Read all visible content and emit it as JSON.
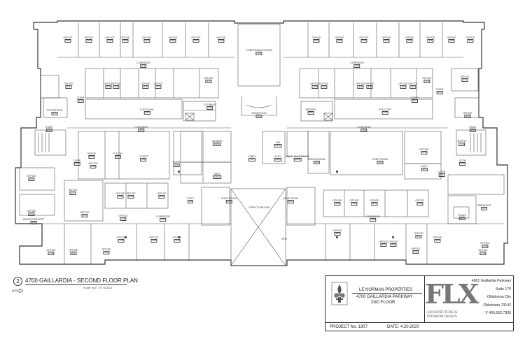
{
  "drawing": {
    "rooms": [
      {
        "name": "OFFICE",
        "num": "281"
      },
      {
        "name": "OFFICE",
        "num": "282"
      },
      {
        "name": "OFFICE",
        "num": "283"
      },
      {
        "name": "OFFICE",
        "num": "284"
      },
      {
        "name": "OFFICE",
        "num": "285"
      },
      {
        "name": "OFFICE",
        "num": "286"
      },
      {
        "name": "OFFICE",
        "num": "287"
      },
      {
        "name": "OFFICE",
        "num": "288"
      },
      {
        "name": "CONFERENCE ROOM",
        "num": "289"
      },
      {
        "name": "OFFICE",
        "num": "290"
      },
      {
        "name": "OFFICE",
        "num": "291"
      },
      {
        "name": "OFFICE",
        "num": "292"
      },
      {
        "name": "OFFICE",
        "num": "293"
      },
      {
        "name": "OFFICE",
        "num": "294"
      },
      {
        "name": "OFFICE",
        "num": "295"
      },
      {
        "name": "OFFICE",
        "num": "296"
      },
      {
        "name": "OFFICE",
        "num": "297"
      },
      {
        "name": "CORRIDOR",
        "num": "278"
      },
      {
        "name": "CORRIDOR",
        "num": "298"
      },
      {
        "name": "OFFICE",
        "num": "273"
      },
      {
        "name": "OFFICE",
        "num": "274"
      },
      {
        "name": "OFFICE",
        "num": "276"
      },
      {
        "name": "OFFICE",
        "num": "277"
      },
      {
        "name": "OFFICE",
        "num": "272"
      },
      {
        "name": "OFFICE",
        "num": "302"
      },
      {
        "name": "OFFICE",
        "num": "303"
      },
      {
        "name": "OFFICE",
        "num": "304"
      },
      {
        "name": "OFFICE",
        "num": "305"
      },
      {
        "name": "OFFICE",
        "num": "306"
      },
      {
        "name": "OFFICE",
        "num": "307"
      },
      {
        "name": "OFFICE",
        "num": "308"
      },
      {
        "name": "OFFICE",
        "num": "271"
      },
      {
        "name": "OFFICE",
        "num": "317"
      },
      {
        "name": "CORR",
        "num": "270"
      },
      {
        "name": "COPY",
        "num": "314"
      },
      {
        "name": "CORR",
        "num": "316"
      },
      {
        "name": "COPY/ MAIL",
        "num": "268"
      },
      {
        "name": "STORAGE",
        "num": "269"
      },
      {
        "name": "COFFEE BAR",
        "num": "310"
      },
      {
        "name": "RECEPTION",
        "num": "201"
      },
      {
        "name": "SERVER",
        "num": "308"
      },
      {
        "name": "FILE COPY",
        "num": "310"
      },
      {
        "name": "OFFICE",
        "num": "318"
      },
      {
        "name": "STAIR",
        "num": "206"
      },
      {
        "name": "STAIR",
        "num": "209"
      },
      {
        "name": "CORRIDOR",
        "num": "257"
      },
      {
        "name": "CORRIDOR",
        "num": "325"
      },
      {
        "name": "WOMEN",
        "num": "M201"
      },
      {
        "name": "MEN",
        "num": "M202"
      },
      {
        "name": "LOBBY",
        "num": "202"
      },
      {
        "name": "JAN",
        "num": "E209"
      },
      {
        "name": "ELEV",
        "num": "E204"
      },
      {
        "name": "EMER. ELECTRICAL",
        "num": "E205"
      },
      {
        "name": "BREAK ROOM",
        "num": "222"
      },
      {
        "name": "OFFICE",
        "num": "259"
      },
      {
        "name": "IT STOR",
        "num": "253"
      },
      {
        "name": "IT DEPT",
        "num": "255"
      },
      {
        "name": "CONF. ROOM",
        "num": "320"
      },
      {
        "name": "OFFICE",
        "num": "324"
      },
      {
        "name": "SUPPLY",
        "num": "319"
      },
      {
        "name": "STOR",
        "num": "329"
      },
      {
        "name": "OFFICE",
        "num": "261"
      },
      {
        "name": "OFFICE",
        "num": "258"
      },
      {
        "name": "CORR",
        "num": "262"
      },
      {
        "name": "CORR",
        "num": "251"
      },
      {
        "name": "COPY",
        "num": "323"
      },
      {
        "name": "CORR",
        "num": "326"
      },
      {
        "name": "OFFICE",
        "num": "247"
      },
      {
        "name": "OFFICE",
        "num": "248"
      },
      {
        "name": "OFFICE",
        "num": "249"
      },
      {
        "name": "OFFICE",
        "num": "250"
      },
      {
        "name": "OFFICE",
        "num": "239"
      },
      {
        "name": "OFFICE",
        "num": "245"
      },
      {
        "name": "OFFICE",
        "num": "244"
      },
      {
        "name": "WAITING/RECEPT",
        "num": "340"
      },
      {
        "name": "COPY",
        "num": "211"
      },
      {
        "name": "CONF ROOM",
        "num": "240"
      },
      {
        "name": "OPEN TO BELOW",
        "num": ""
      },
      {
        "name": "CONF ROOM",
        "num": "210"
      },
      {
        "name": "OFFICE",
        "num": "332"
      },
      {
        "name": "OFFICE",
        "num": "333"
      },
      {
        "name": "OFFICE",
        "num": "334"
      },
      {
        "name": "OFFICE",
        "num": "335"
      },
      {
        "name": "BREAKOUT",
        "num": "337"
      },
      {
        "name": "TOILET",
        "num": "338"
      },
      {
        "name": "OFFICE",
        "num": "339"
      },
      {
        "name": "CORRIDOR",
        "num": "241"
      },
      {
        "name": "CORRIDOR",
        "num": "331"
      },
      {
        "name": "OFFICE",
        "num": "236"
      },
      {
        "name": "OFFICE",
        "num": "237"
      },
      {
        "name": "OFFICE",
        "num": "238"
      },
      {
        "name": "OFFICE",
        "num": "233"
      },
      {
        "name": "OFFICE",
        "num": "230"
      },
      {
        "name": "OFFICE",
        "num": "231"
      },
      {
        "name": "OFFICE",
        "num": "232"
      },
      {
        "name": "OFFICE",
        "num": "341"
      },
      {
        "name": "OFFICE",
        "num": "342"
      },
      {
        "name": "OFFICE",
        "num": "343"
      },
      {
        "name": "OFFICE",
        "num": "344"
      },
      {
        "name": "OFFICE",
        "num": "345"
      },
      {
        "name": "OFFICE",
        "num": "346"
      },
      {
        "name": "ATM",
        "num": ""
      }
    ]
  },
  "caption": {
    "number": "2",
    "title": "4700 GAILLARDIA - SECOND FLOOR PLAN",
    "scale": "Scale: NOT TO SCALE"
  },
  "title_block": {
    "owner": "LE NORMAN PROPERTIES",
    "address_line": "4700 GAILLARDIA PARKWAY",
    "floor": "2ND FLOOR",
    "project": "PROJECT No. 1307",
    "date": "DATE: 4.20.2020",
    "firm_mark": "FLX",
    "firm_line1": "ARCHITECTURE &",
    "firm_line2": "INTERIOR DESIGN",
    "firm_address": [
      "4801 Gaillardia Parkway",
      "Suite 170",
      "Oklahoma City",
      "Oklahoma 73142",
      "V 405.562.7330"
    ]
  }
}
